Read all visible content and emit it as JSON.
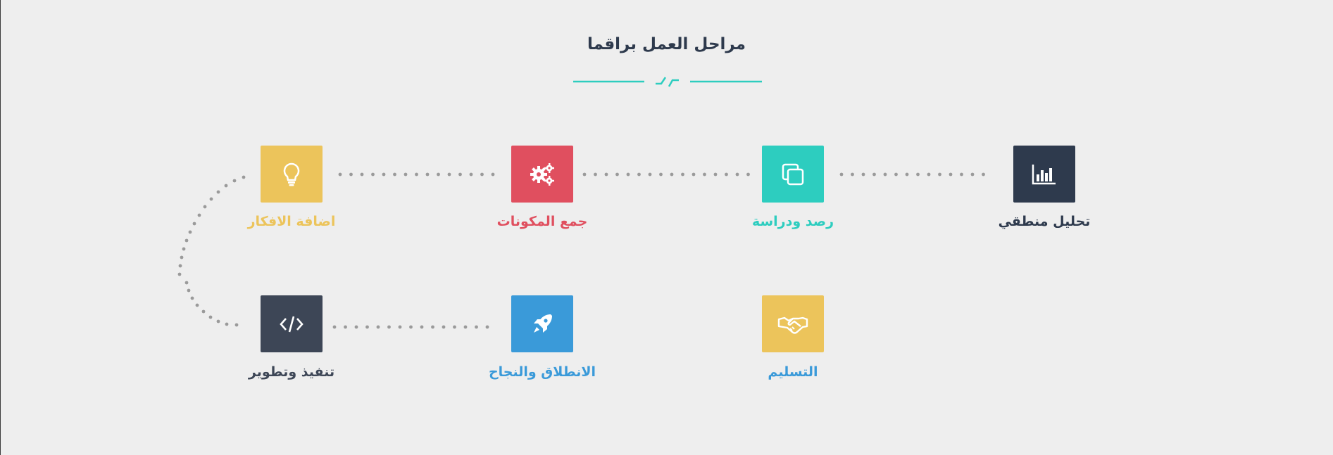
{
  "section": {
    "title": "مراحل العمل براقما"
  },
  "colors": {
    "background": "#eeeeee",
    "accent": "#2dcdbf",
    "dark": "#2e3a4d",
    "teal": "#2dcdbf",
    "red": "#e04f5f",
    "yellow": "#ecc45b",
    "slate": "#3d4656",
    "blue": "#3a9ad9",
    "dots": "#9a9a9a"
  },
  "steps": [
    {
      "label": "تحليل منطقي",
      "icon": "bar-chart-icon",
      "color": "#2e3a4d",
      "label_color": "#2e3a4d"
    },
    {
      "label": "رصد ودراسة",
      "icon": "copy-icon",
      "color": "#2dcdbf",
      "label_color": "#2dcdbf"
    },
    {
      "label": "جمع المكونات",
      "icon": "gears-icon",
      "color": "#e04f5f",
      "label_color": "#e04f5f"
    },
    {
      "label": "اضافة الافكار",
      "icon": "lightbulb-icon",
      "color": "#ecc45b",
      "label_color": "#ecc45b"
    },
    {
      "label": "تنفيذ وتطوير",
      "icon": "code-icon",
      "color": "#3d4656",
      "label_color": "#3d4656"
    },
    {
      "label": "الانطلاق والنجاح",
      "icon": "rocket-icon",
      "color": "#3a9ad9",
      "label_color": "#3a9ad9"
    },
    {
      "label": "التسليم",
      "icon": "handshake-icon",
      "color": "#ecc45b",
      "label_color": "#3a9ad9"
    }
  ]
}
